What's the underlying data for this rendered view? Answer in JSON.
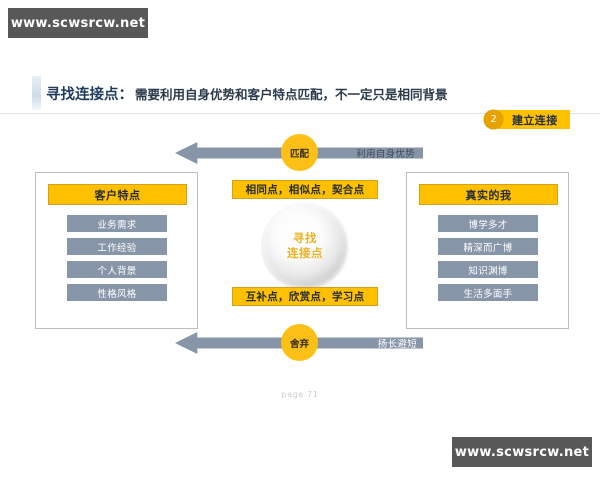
{
  "watermarks": {
    "top": "www.scwsrcw.net",
    "bottom": "www.scwsrcw.net"
  },
  "header": {
    "title_main": "寻找连接点：",
    "title_sub": "需要利用自身优势和客户特点匹配，不一定只是相同背景",
    "step_badge": {
      "number": "2",
      "label": "建立连接"
    }
  },
  "diagram": {
    "left_panel": {
      "header": "客户特点",
      "items": [
        "业务需求",
        "工作经验",
        "个人背景",
        "性格风格"
      ]
    },
    "right_panel": {
      "header": "真实的我",
      "items": [
        "博学多才",
        "精深而广博",
        "知识渊博",
        "生活多面手"
      ]
    },
    "center": {
      "top_bar": "相同点，相似点，契合点",
      "bottom_bar": "互补点，欣赏点，学习点",
      "circle_line1": "寻找",
      "circle_line2": "连接点"
    },
    "arrow_top": {
      "node": "匹配",
      "label": "利用自身优势"
    },
    "arrow_bottom": {
      "node": "舍弃",
      "label": "扬长避短"
    }
  },
  "footer": {
    "page_number": "page 71"
  },
  "colors": {
    "accent_gold": "#ffc000",
    "node_gold": "#fcc016",
    "slate": "#8795a9",
    "watermark_bg": "#585858",
    "title_navy": "#1f3b5c"
  }
}
